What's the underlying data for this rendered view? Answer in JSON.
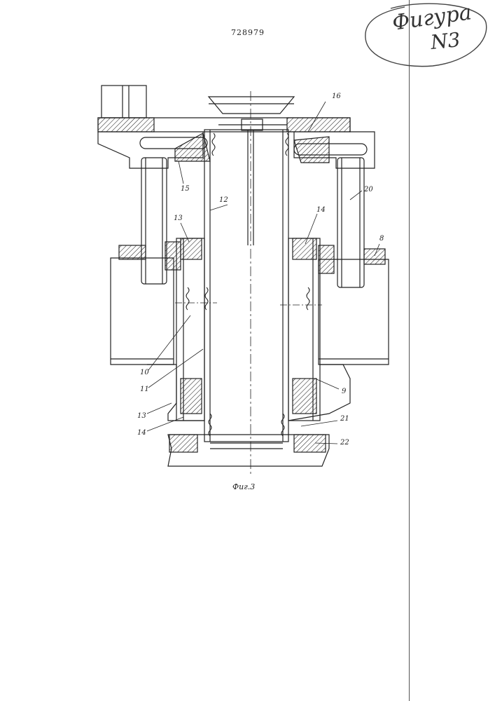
{
  "document": {
    "patent_number": "728979",
    "figure_caption": "Фиг.3",
    "handwritten_note_line1": "Фигура",
    "handwritten_note_line2": "N3"
  },
  "diagram": {
    "labels": [
      {
        "id": "l16",
        "text": "16"
      },
      {
        "id": "l15",
        "text": "15"
      },
      {
        "id": "l12",
        "text": "12"
      },
      {
        "id": "l20",
        "text": "20"
      },
      {
        "id": "l13a",
        "text": "13"
      },
      {
        "id": "l14a",
        "text": "14"
      },
      {
        "id": "l8",
        "text": "8"
      },
      {
        "id": "l10",
        "text": "10"
      },
      {
        "id": "l11",
        "text": "11"
      },
      {
        "id": "l9",
        "text": "9"
      },
      {
        "id": "l13b",
        "text": "13"
      },
      {
        "id": "l14b",
        "text": "14"
      },
      {
        "id": "l21",
        "text": "21"
      },
      {
        "id": "l22",
        "text": "22"
      }
    ]
  }
}
